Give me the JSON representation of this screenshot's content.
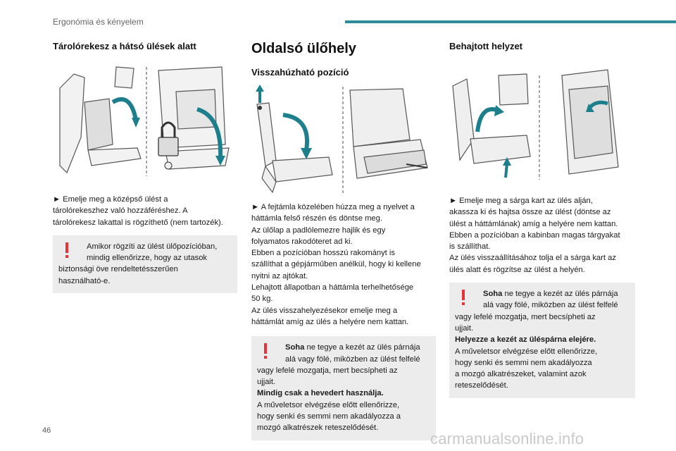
{
  "header": {
    "section": "Ergonómia és kényelem",
    "accent_color": "#2e8b9a"
  },
  "col1": {
    "title": "Tárolórekesz a hátsó ülések alatt",
    "text": [
      "► Emelje meg a középső ülést a",
      "tárolórekeszhez való hozzáféréshez. A",
      "tárolórekesz lakattal is rögzíthető (nem tartozék)."
    ],
    "warning": [
      "Amikor rögzíti az ülést ülőpozícióban,",
      "mindig ellenőrizze, hogy az utasok",
      "biztonsági öve rendeltetésszerűen",
      "használható-e."
    ]
  },
  "col2": {
    "title": "Oldalsó ülőhely",
    "subtitle": "Visszahúzható pozíció",
    "text": [
      "► A fejtámla közelében húzza meg a nyelvet a",
      "háttámla felső részén és döntse meg.",
      "Az ülőlap a padlólemezre hajlik és egy",
      "folyamatos rakodóteret ad ki.",
      "Ebben a pozícióban hosszú rakományt is",
      "szállíthat a gépjárműben anélkül, hogy ki kellene",
      "nyitni az ajtókat.",
      "Lehajtott állapotban a háttámla terhelhetősége",
      "50 kg.",
      "Az ülés visszahelyezésekor emelje meg a",
      "háttámlát amíg az ülés a helyére nem kattan."
    ],
    "warning": {
      "bold_word": "Soha",
      "first_rest": " ne tegye a kezét az ülés párnája",
      "lines": [
        "alá vagy fölé, miközben az ülést felfelé",
        "vagy lefelé mozgatja, mert becsípheti az",
        "ujjait."
      ],
      "bold_line": "Mindig csak a hevedert használja.",
      "tail": [
        "A műveletsor elvégzése előtt ellenőrizze,",
        "hogy senki és semmi nem akadályozza a",
        "mozgó alkatrészek reteszelődését."
      ]
    }
  },
  "col3": {
    "title": "Behajtott helyzet",
    "text": [
      "► Emelje meg a sárga kart az ülés alján,",
      "akassza ki és hajtsa össze az ülést (döntse az",
      "ülést a háttámlának) amíg a helyére nem kattan.",
      "Ebben a pozícióban a kabinban magas tárgyakat",
      "is szállíthat.",
      "Az ülés visszaállításához tolja el a sárga kart az",
      "ülés alatt és rögzítse az ülést a helyén."
    ],
    "warning": {
      "bold_word": "Soha",
      "first_rest": " ne tegye a kezét az ülés párnája",
      "lines": [
        "alá vagy fölé, miközben az ülést felfelé",
        "vagy lefelé mozgatja, mert becsípheti az",
        "ujjait."
      ],
      "bold_line": "Helyezze a kezét az üléspárna elejére.",
      "tail": [
        "A műveletsor elvégzése előtt ellenőrizze,",
        "hogy senki és semmi nem akadályozza",
        "a mozgó alkatrészeket, valamint azok",
        "reteszelődését."
      ]
    }
  },
  "footer": {
    "page_number": "46",
    "watermark": "carmanualsonline.info"
  },
  "colors": {
    "warning_mark": "#e8323a",
    "arrow": "#1d7f8c",
    "box": "#ececec"
  }
}
